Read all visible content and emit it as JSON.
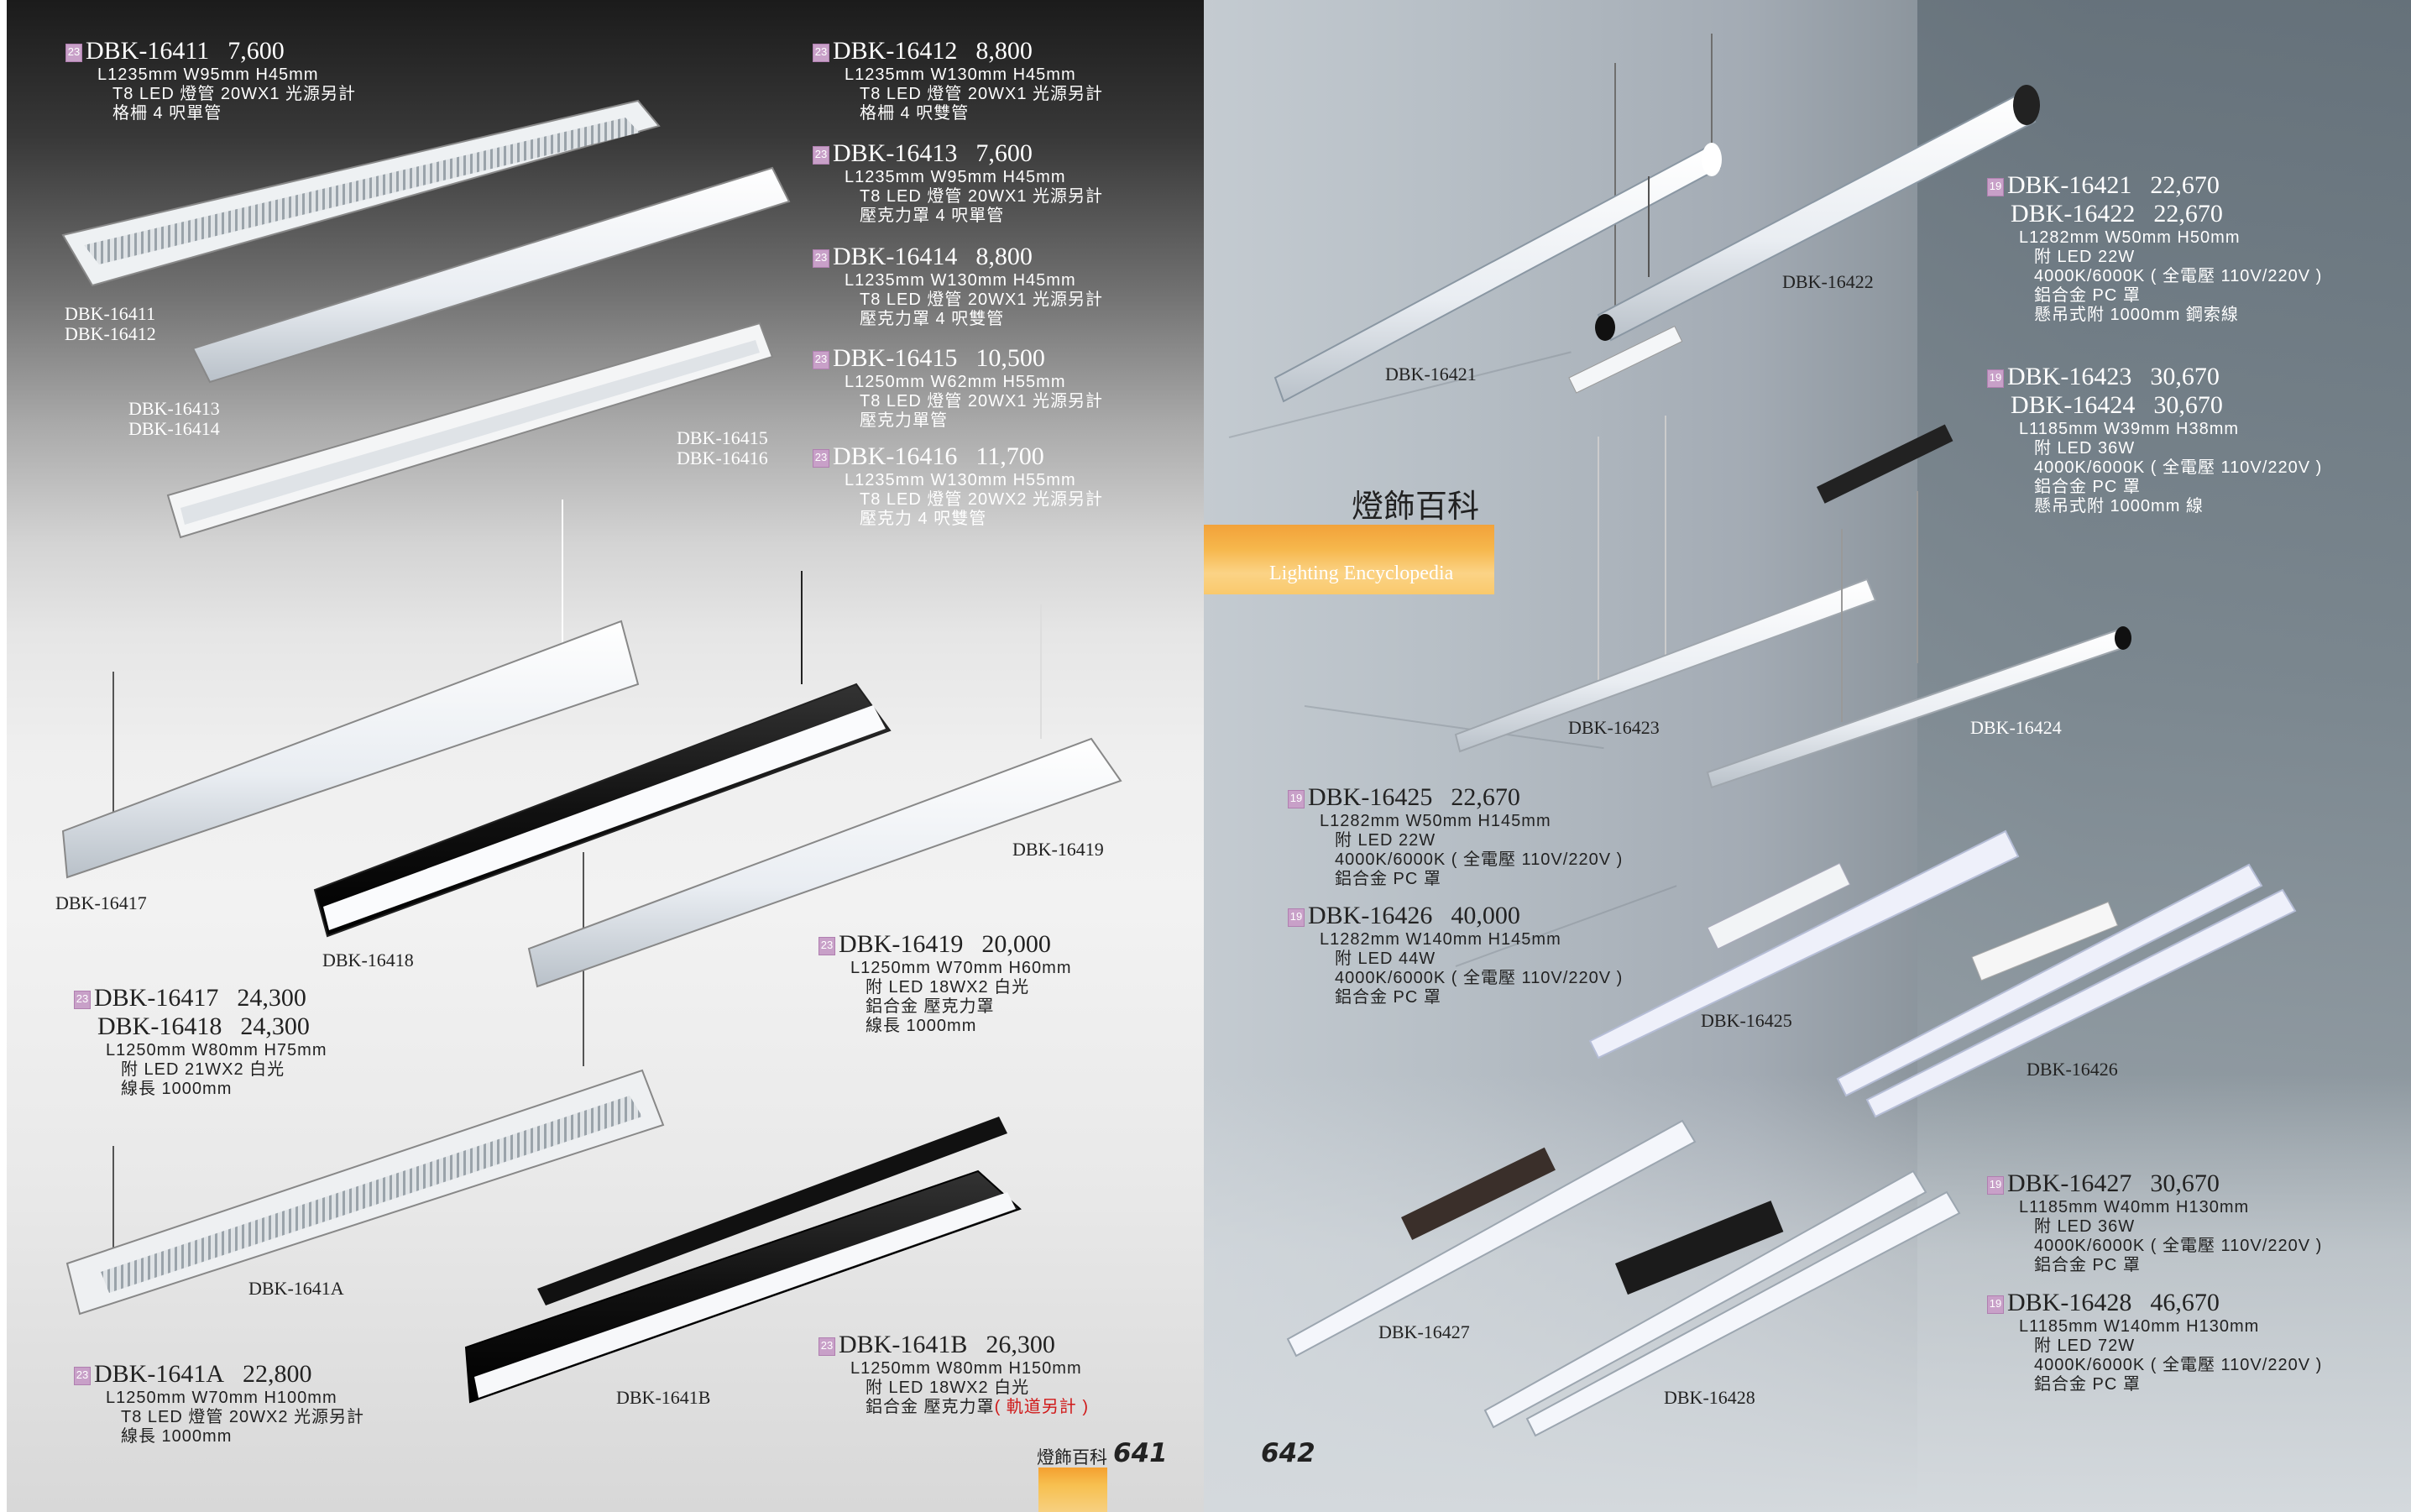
{
  "left_page": {
    "groups": [
      {
        "id": "g1",
        "badge": "23",
        "items": [
          {
            "model": "DBK-16411",
            "price": "7,600"
          }
        ],
        "specs": [
          "L1235mm  W95mm  H45mm"
        ],
        "details": [
          "T8 LED 燈管 20WX1  光源另計",
          "格柵 4 呎單管"
        ]
      },
      {
        "id": "g2",
        "badge": "23",
        "items": [
          {
            "model": "DBK-16412",
            "price": "8,800"
          }
        ],
        "specs": [
          "L1235mm  W130mm  H45mm"
        ],
        "details": [
          "T8 LED 燈管 20WX1  光源另計",
          "格柵 4 呎雙管"
        ]
      },
      {
        "id": "g3",
        "badge": "23",
        "items": [
          {
            "model": "DBK-16413",
            "price": "7,600"
          }
        ],
        "specs": [
          "L1235mm  W95mm  H45mm"
        ],
        "details": [
          "T8 LED 燈管 20WX1  光源另計",
          "壓克力罩 4 呎單管"
        ]
      },
      {
        "id": "g4",
        "badge": "23",
        "items": [
          {
            "model": "DBK-16414",
            "price": "8,800"
          }
        ],
        "specs": [
          "L1235mm  W130mm  H45mm"
        ],
        "details": [
          "T8 LED 燈管 20WX1  光源另計",
          "壓克力罩 4 呎雙管"
        ]
      },
      {
        "id": "g5",
        "badge": "23",
        "items": [
          {
            "model": "DBK-16415",
            "price": "10,500"
          }
        ],
        "specs": [
          "L1250mm  W62mm  H55mm"
        ],
        "details": [
          "T8 LED 燈管 20WX1  光源另計",
          "壓克力單管"
        ]
      },
      {
        "id": "g6",
        "badge": "23",
        "items": [
          {
            "model": "DBK-16416",
            "price": "11,700"
          }
        ],
        "specs": [
          "L1235mm  W130mm  H55mm"
        ],
        "details": [
          "T8 LED 燈管 20WX2  光源另計",
          "壓克力 4 呎雙管"
        ]
      },
      {
        "id": "g7",
        "badge": "23",
        "items": [
          {
            "model": "DBK-16419",
            "price": "20,000"
          }
        ],
        "specs": [
          "L1250mm  W70mm  H60mm"
        ],
        "details": [
          "附 LED 18WX2 白光",
          "鋁合金  壓克力罩",
          "線長 1000mm"
        ]
      },
      {
        "id": "g8",
        "badge": "23",
        "items": [
          {
            "model": "DBK-16417",
            "price": "24,300"
          },
          {
            "model": "DBK-16418",
            "price": "24,300"
          }
        ],
        "specs": [
          "L1250mm  W80mm  H75mm"
        ],
        "details": [
          "附 LED 21WX2 白光",
          "線長 1000mm"
        ]
      },
      {
        "id": "g9",
        "badge": "23",
        "items": [
          {
            "model": "DBK-1641A",
            "price": "22,800"
          }
        ],
        "specs": [
          "L1250mm  W70mm  H100mm"
        ],
        "details": [
          "T8 LED 燈管 20WX2  光源另計",
          "線長 1000mm"
        ]
      },
      {
        "id": "g10",
        "badge": "23",
        "items": [
          {
            "model": "DBK-1641B",
            "price": "26,300"
          }
        ],
        "specs": [
          "L1250mm  W80mm  H150mm"
        ],
        "details": [
          "附 LED 18WX2 白光"
        ],
        "last_line": {
          "text": "鋁合金  壓克力罩",
          "red": "( 軌道另計 )"
        }
      }
    ],
    "labels": {
      "l16411": "DBK-16411",
      "l16412": "DBK-16412",
      "l16413": "DBK-16413",
      "l16414": "DBK-16414",
      "l16415": "DBK-16415",
      "l16416": "DBK-16416",
      "l16417": "DBK-16417",
      "l16418": "DBK-16418",
      "l16419": "DBK-16419",
      "l1641A": "DBK-1641A",
      "l1641B": "DBK-1641B"
    },
    "footer": {
      "title": "燈飾百科",
      "page": "641"
    }
  },
  "right_page": {
    "groups": [
      {
        "id": "r1",
        "badge": "19",
        "items": [
          {
            "model": "DBK-16421",
            "price": "22,670"
          },
          {
            "model": "DBK-16422",
            "price": "22,670"
          }
        ],
        "specs": [
          "L1282mm  W50mm  H50mm"
        ],
        "details": [
          "附 LED 22W",
          "4000K/6000K ( 全電壓 110V/220V )",
          "鋁合金  PC 罩",
          "懸吊式附 1000mm 鋼索線"
        ]
      },
      {
        "id": "r2",
        "badge": "19",
        "items": [
          {
            "model": "DBK-16423",
            "price": "30,670"
          },
          {
            "model": "DBK-16424",
            "price": "30,670"
          }
        ],
        "specs": [
          "L1185mm  W39mm  H38mm"
        ],
        "details": [
          "附 LED 36W",
          "4000K/6000K ( 全電壓 110V/220V )",
          "鋁合金  PC 罩",
          "懸吊式附 1000mm 線"
        ]
      },
      {
        "id": "r3",
        "badge": "19",
        "items": [
          {
            "model": "DBK-16425",
            "price": "22,670"
          }
        ],
        "specs": [
          "L1282mm  W50mm  H145mm"
        ],
        "details": [
          "附 LED 22W",
          "4000K/6000K ( 全電壓 110V/220V )",
          "鋁合金  PC 罩"
        ]
      },
      {
        "id": "r4",
        "badge": "19",
        "items": [
          {
            "model": "DBK-16426",
            "price": "40,000"
          }
        ],
        "specs": [
          "L1282mm  W140mm  H145mm"
        ],
        "details": [
          "附 LED 44W",
          "4000K/6000K ( 全電壓 110V/220V )",
          "鋁合金  PC 罩"
        ]
      },
      {
        "id": "r5",
        "badge": "19",
        "items": [
          {
            "model": "DBK-16427",
            "price": "30,670"
          }
        ],
        "specs": [
          "L1185mm  W40mm  H130mm"
        ],
        "details": [
          "附 LED 36W",
          "4000K/6000K ( 全電壓 110V/220V )",
          "鋁合金  PC 罩"
        ]
      },
      {
        "id": "r6",
        "badge": "19",
        "items": [
          {
            "model": "DBK-16428",
            "price": "46,670"
          }
        ],
        "specs": [
          "L1185mm  W140mm  H130mm"
        ],
        "details": [
          "附 LED 72W",
          "4000K/6000K ( 全電壓 110V/220V )",
          "鋁合金  PC 罩"
        ]
      }
    ],
    "labels": {
      "l16421": "DBK-16421",
      "l16422": "DBK-16422",
      "l16423": "DBK-16423",
      "l16424": "DBK-16424",
      "l16425": "DBK-16425",
      "l16426": "DBK-16426",
      "l16427": "DBK-16427",
      "l16428": "DBK-16428"
    },
    "encyclopedia": {
      "title": "燈飾百科",
      "subtitle": "Lighting Encyclopedia"
    },
    "footer": {
      "page": "642"
    }
  }
}
